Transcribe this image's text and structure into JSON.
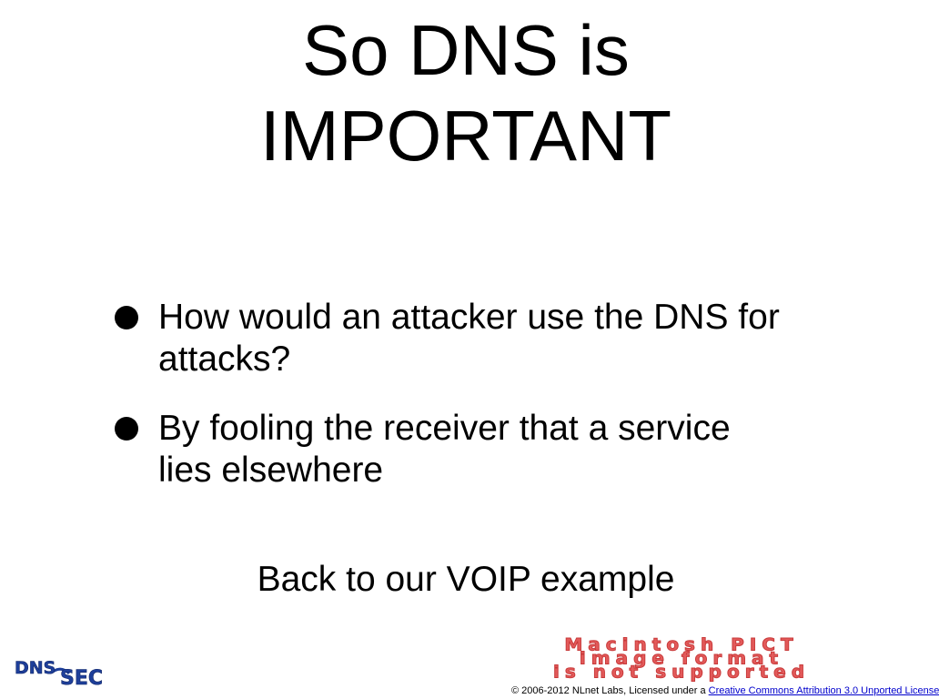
{
  "slide": {
    "title_line1": "So DNS is",
    "title_line2": "IMPORTANT",
    "bullets": [
      {
        "line1": "How would an attacker use the DNS for",
        "line2": "attacks?"
      },
      {
        "line1": "By fooling the receiver that a service",
        "line2": "lies elsewhere"
      }
    ],
    "subtext": "Back to our VOIP example"
  },
  "logo": {
    "part1": "DNS",
    "part2": "SEC"
  },
  "pict_notice": {
    "line1": "Macintosh PICT",
    "line2": "image format",
    "line3": "is not supported"
  },
  "footer": {
    "prefix": "© 2006-2012 NLnet Labs, Licensed under a ",
    "link_text": "Creative Commons Attribution 3.0 Unported License"
  },
  "colors": {
    "logo_blue": "#1e3f9a",
    "pict_red": "#e35a5a",
    "link_blue": "#0000cc"
  }
}
